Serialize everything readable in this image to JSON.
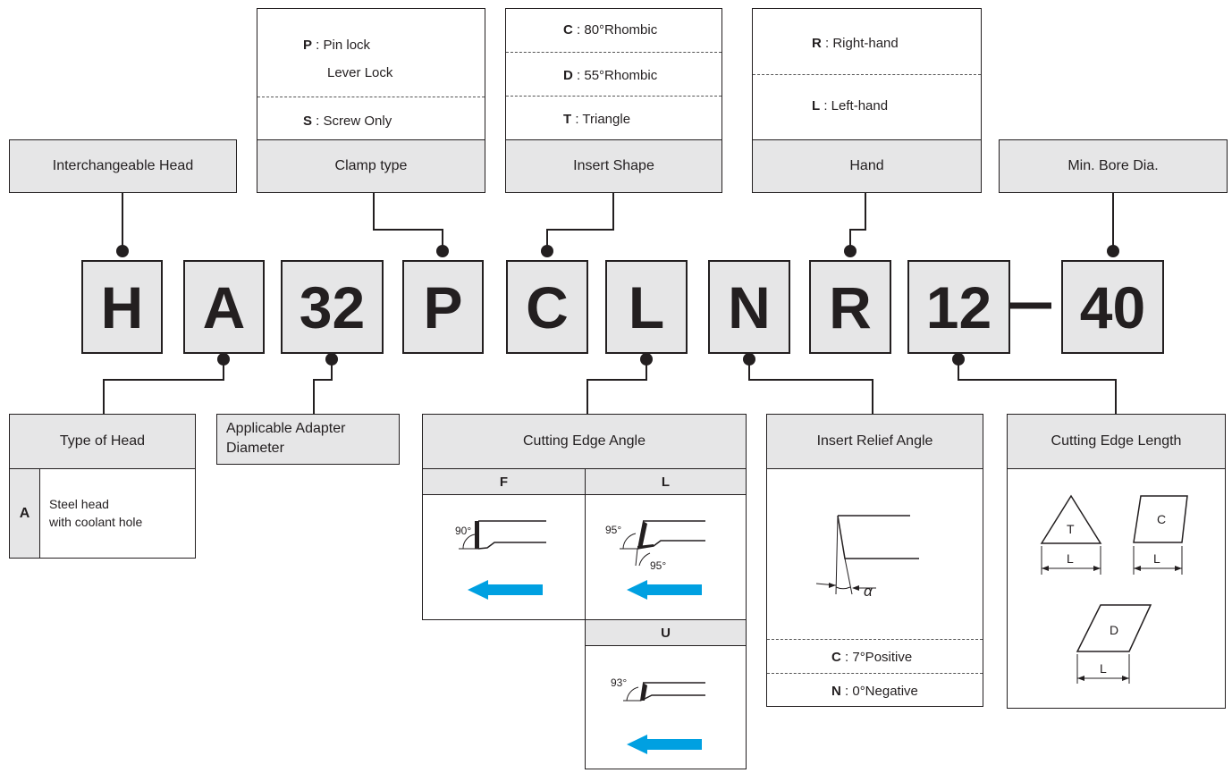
{
  "code_letters": [
    {
      "id": "H",
      "text": "H"
    },
    {
      "id": "A",
      "text": "A"
    },
    {
      "id": "32",
      "text": "32"
    },
    {
      "id": "P",
      "text": "P"
    },
    {
      "id": "C",
      "text": "C"
    },
    {
      "id": "L",
      "text": "L"
    },
    {
      "id": "N",
      "text": "N"
    },
    {
      "id": "R",
      "text": "R"
    },
    {
      "id": "12",
      "text": "12"
    },
    {
      "id": "40",
      "text": "40"
    }
  ],
  "top_labels": {
    "interchangeable_head": "Interchangeable Head",
    "clamp_type": "Clamp type",
    "insert_shape": "Insert Shape",
    "hand": "Hand",
    "min_bore": "Min. Bore Dia."
  },
  "clamp_options": {
    "p_code": "P",
    "p_text": " : Pin lock",
    "p_text2": "Lever Lock",
    "s_code": "S",
    "s_text": " : Screw Only"
  },
  "shape_options": {
    "c_code": "C",
    "c_text": " : 80°Rhombic",
    "d_code": "D",
    "d_text": " : 55°Rhombic",
    "t_code": "T",
    "t_text": " : Triangle"
  },
  "hand_options": {
    "r_code": "R",
    "r_text": " : Right-hand",
    "l_code": "L",
    "l_text": " : Left-hand"
  },
  "bottom_labels": {
    "type_of_head": "Type of Head",
    "adapter_diameter_line1": "Applicable Adapter",
    "adapter_diameter_line2": "Diameter",
    "cutting_edge_angle": "Cutting Edge Angle",
    "insert_relief_angle": "Insert Relief Angle",
    "cutting_edge_length": "Cutting Edge Length"
  },
  "type_of_head": {
    "code": "A",
    "desc_line1": "Steel head",
    "desc_line2": "with coolant hole"
  },
  "cutting_edge_angle": {
    "f_title": "F",
    "f_angle": "90°",
    "l_title": "L",
    "l_angle1": "95°",
    "l_angle2": "95°",
    "u_title": "U",
    "u_angle": "93°"
  },
  "relief_angle": {
    "alpha": "α",
    "c_code": "C",
    "c_text": " : 7°Positive",
    "n_code": "N",
    "n_text": " : 0°Negative"
  },
  "edge_length": {
    "t_label": "T",
    "c_label": "C",
    "d_label": "D",
    "l_label": "L"
  },
  "colors": {
    "gray_fill": "#e6e6e7",
    "line": "#231f20",
    "arrow": "#00a0e1"
  }
}
